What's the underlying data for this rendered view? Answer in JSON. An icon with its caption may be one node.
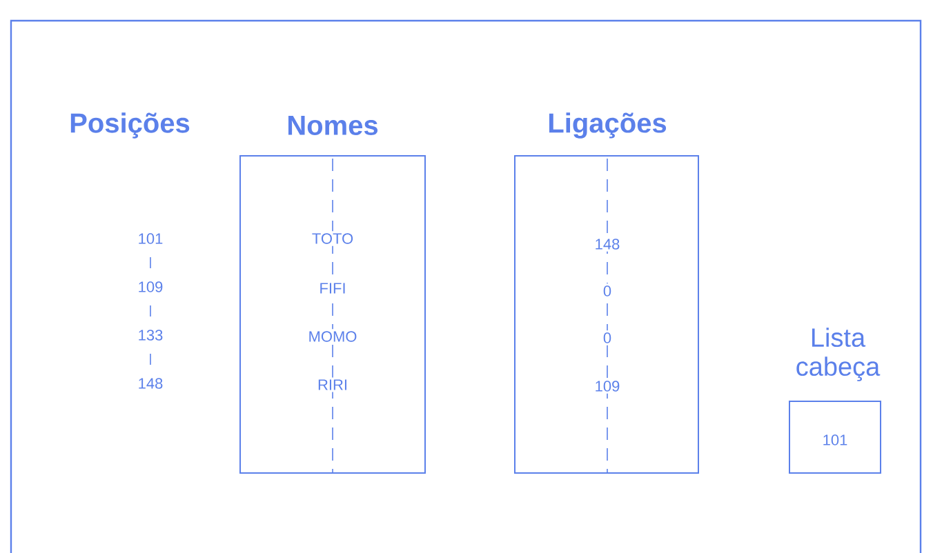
{
  "diagram": {
    "nodes": [
      {
        "text": [
          "Nomes",
          "TOTO",
          "FIFI",
          "MOMO",
          "RIRI"
        ]
      },
      {
        "text": [
          "Ligações",
          "148",
          "0",
          "0",
          "109"
        ]
      },
      {
        "text": [
          "Lista cabeça",
          "101"
        ]
      }
    ],
    "labels": [
      "Posições",
      "101",
      "109",
      "133",
      "148"
    ]
  }
}
